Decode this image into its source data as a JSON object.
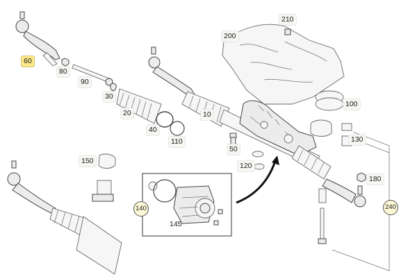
{
  "diagram": {
    "colors": {
      "selected_label": "#fbe88a",
      "label": "#f6f6f2",
      "circle_label": "#fdf8d6",
      "arrow": "#111111"
    },
    "callouts": [
      {
        "id": "60",
        "text": "60"
      },
      {
        "id": "80",
        "text": "80"
      },
      {
        "id": "90",
        "text": "90"
      },
      {
        "id": "30",
        "text": "30"
      },
      {
        "id": "20",
        "text": "20"
      },
      {
        "id": "40",
        "text": "40"
      },
      {
        "id": "110",
        "text": "110"
      },
      {
        "id": "10",
        "text": "10"
      },
      {
        "id": "200",
        "text": "200"
      },
      {
        "id": "210",
        "text": "210"
      },
      {
        "id": "100",
        "text": "100"
      },
      {
        "id": "130",
        "text": "130"
      },
      {
        "id": "50",
        "text": "50"
      },
      {
        "id": "120",
        "text": "120"
      },
      {
        "id": "150",
        "text": "150"
      },
      {
        "id": "180",
        "text": "180"
      },
      {
        "id": "240",
        "text": "240"
      },
      {
        "id": "140",
        "text": "140"
      },
      {
        "id": "145",
        "text": "145"
      }
    ]
  }
}
